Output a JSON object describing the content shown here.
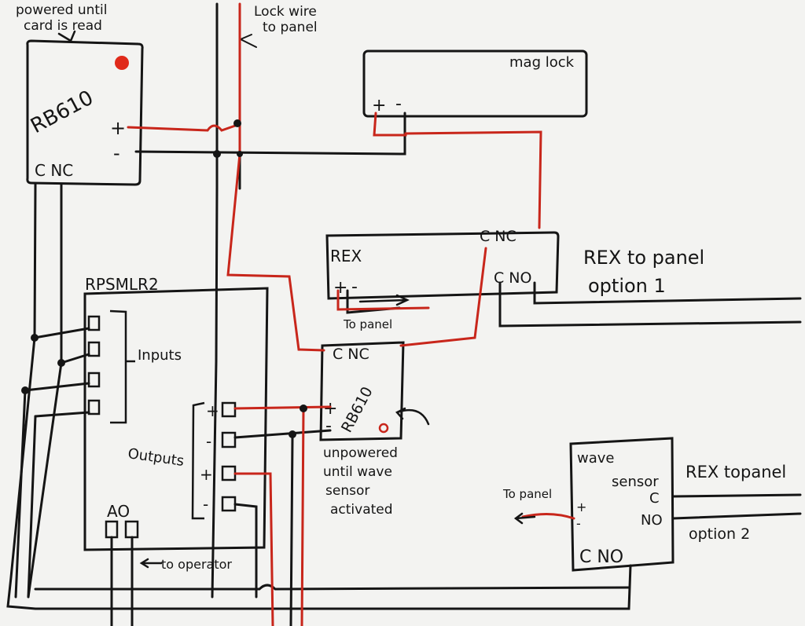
{
  "notes": {
    "powered_until_line1": "powered until",
    "powered_until_line2": "card is read",
    "lock_wire_line1": "Lock wire",
    "lock_wire_line2": "to panel",
    "to_panel_rex": "To panel",
    "rex_option1_line1": "REX to panel",
    "rex_option1_line2": "option 1",
    "unpowered_line1": "unpowered",
    "unpowered_line2": "until wave",
    "unpowered_line3": "sensor",
    "unpowered_line4": "activated",
    "to_panel_wave": "To panel",
    "rex_option2_line1": "REX to",
    "rex_option2_line2": "panel",
    "rex_option2_line3": "option 2",
    "to_operator": "to operator"
  },
  "rb610_top": {
    "name": "RB610",
    "plus": "+",
    "minus": "-",
    "terminals": "C NC"
  },
  "maglock": {
    "name": "mag lock",
    "plus": "+",
    "minus": "-"
  },
  "rex": {
    "name": "REX",
    "plus": "+",
    "minus": "-",
    "top_terminals": "C NC",
    "bottom_terminals": "C NO"
  },
  "rpsmlr2": {
    "name": "RPSMLR2",
    "inputs_label": "Inputs",
    "outputs_label": "Outputs",
    "ao_label": "AO",
    "out_signs": [
      "+",
      "-",
      "+",
      "-"
    ]
  },
  "rb610_bottom": {
    "name": "RB610",
    "terminals": "C NC",
    "plus": "+",
    "minus": "-"
  },
  "wave_sensor": {
    "name_line1": "wave",
    "name_line2": "sensor",
    "plus": "+",
    "minus": "-",
    "c": "C",
    "no": "NO",
    "bottom_terminals": "C NO"
  },
  "colors": {
    "red_wire": "#c8261b",
    "black_wire": "#151515",
    "board": "#f3f3f1",
    "led": "#e02a1a"
  }
}
